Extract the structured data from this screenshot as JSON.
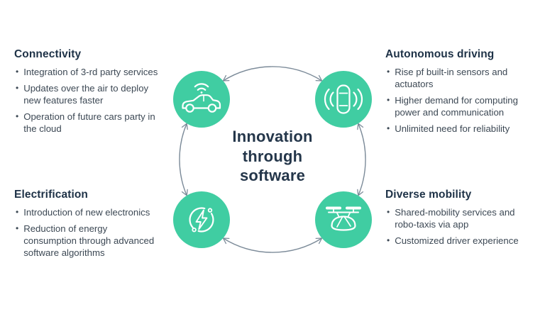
{
  "colors": {
    "background": "#FFFFFF",
    "accent_green": "#40CDA2",
    "arc_gray": "#7C8B99",
    "heading_text": "#1E3247",
    "body_text": "#3C4854",
    "icon_stroke": "#FFFFFF"
  },
  "bullet_char": "•",
  "diagram": {
    "title": "Innovation through software",
    "title_lines": [
      "Innovation",
      "through",
      "software"
    ],
    "icons": [
      "connected-car-icon",
      "autonomous-car-icon",
      "electrification-icon",
      "air-taxi-icon"
    ]
  },
  "sections": {
    "connectivity": {
      "heading": "Connectivity",
      "bullets": [
        "Integration of 3-rd party services",
        "Updates over the air to deploy new features faster",
        "Operation of future cars party in the cloud"
      ]
    },
    "autonomous_driving": {
      "heading": "Autonomous driving",
      "bullets": [
        "Rise pf built-in sensors and actuators",
        "Higher demand for computing power and communication",
        "Unlimited need for reliability"
      ]
    },
    "electrification": {
      "heading": "Electrification",
      "bullets": [
        "Introduction of new electronics",
        "Reduction of energy consumption through advanced software algorithms"
      ]
    },
    "diverse_mobility": {
      "heading": "Diverse mobility",
      "bullets": [
        "Shared-mobility services and robo-taxis via app",
        "Customized driver experience"
      ]
    }
  }
}
